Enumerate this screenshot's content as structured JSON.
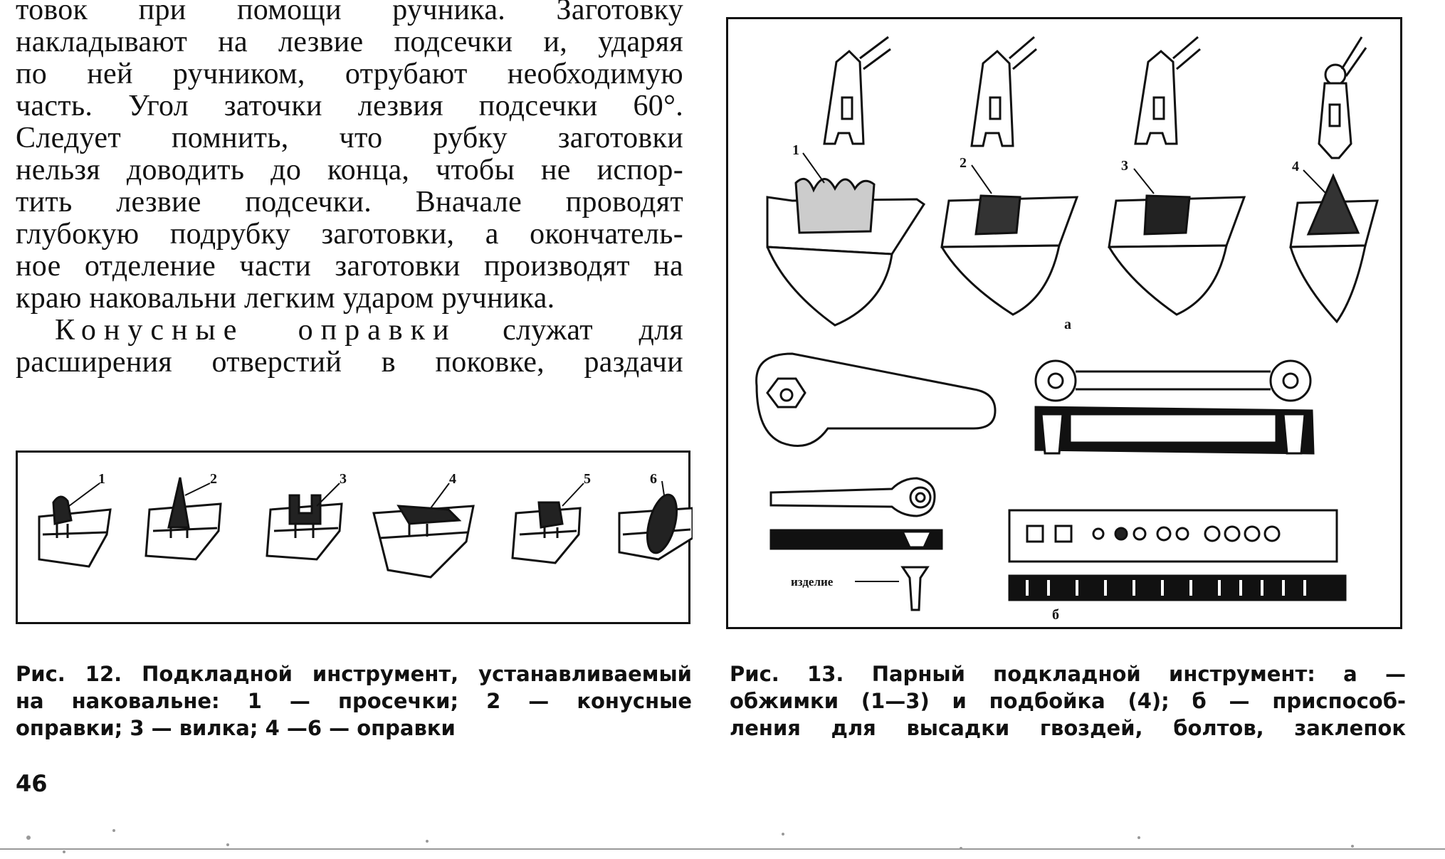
{
  "body_text": {
    "lines": [
      "товок при помощи ручника. Заготовку",
      "накладывают на лезвие подсечки и, ударяя",
      "по ней ручником, отрубают необходимую",
      "часть. Угол заточки лезвия подсечки 60°.",
      "Следует помнить, что рубку заготовки",
      "нельзя доводить до конца, чтобы не испор-",
      "тить лезвие подсечки. Вначале проводят",
      "глубокую подрубку заготовки, а окончатель-",
      "ное отделение части заготовки производят на",
      "краю наковальни легким ударом ручника."
    ],
    "para2_term": "Конусные оправки",
    "para2_rest": "служат для",
    "para2_line2": "расширения отверстий в поковке, раздачи"
  },
  "fig12": {
    "labels": [
      "1",
      "2",
      "3",
      "4",
      "5",
      "6"
    ]
  },
  "fig13": {
    "top_labels": [
      "1",
      "2",
      "3",
      "4"
    ],
    "label_a": "а",
    "label_b": "б",
    "izdelie": "изделие"
  },
  "caption12": {
    "line1": "Рис. 12. Подкладной инструмент, устанавливаемый",
    "line2": "на наковальне: 1 — просечки; 2 — конусные",
    "line3": "оправки; 3 — вилка; 4 —6 — оправки"
  },
  "caption13": {
    "line1": "Рис. 13. Парный подкладной инструмент: а —",
    "line2": "обжимки (1—3) и подбойка (4); б — приспособ-",
    "line3": "ления для высадки гвоздей, болтов, заклепок"
  },
  "page_number": "46"
}
